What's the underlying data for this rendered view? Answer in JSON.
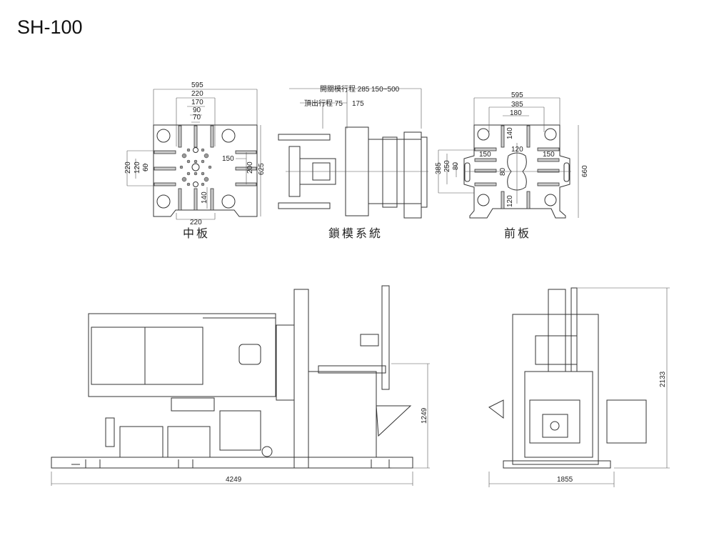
{
  "title": "SH-100",
  "middle_plate": {
    "caption": "中板",
    "dims": {
      "width": "595",
      "tie_h": "220",
      "t170": "170",
      "t90": "90",
      "t70": "70",
      "left220": "220",
      "left120": "120",
      "left60": "60",
      "r150": "150",
      "r200": "200",
      "height": "625",
      "bottom140": "140",
      "bottom220": "220"
    }
  },
  "clamping_system": {
    "caption": "鎖模系統",
    "dims": {
      "mold_stroke": "開關模行程 285",
      "mold_range": "150~500",
      "eject_stroke": "頂出行程 75",
      "eject_dim": "175"
    }
  },
  "front_plate": {
    "caption": "前板",
    "dims": {
      "width": "595",
      "t385": "385",
      "t180": "180",
      "t140": "140",
      "t120": "120",
      "l150": "150",
      "r150": "150",
      "left385": "385",
      "left250": "250",
      "left80": "80",
      "center80": "80",
      "bottom120": "120",
      "height": "660"
    }
  },
  "side_view": {
    "length": "4249",
    "height": "1249"
  },
  "end_view": {
    "width": "1855",
    "height": "2133"
  }
}
